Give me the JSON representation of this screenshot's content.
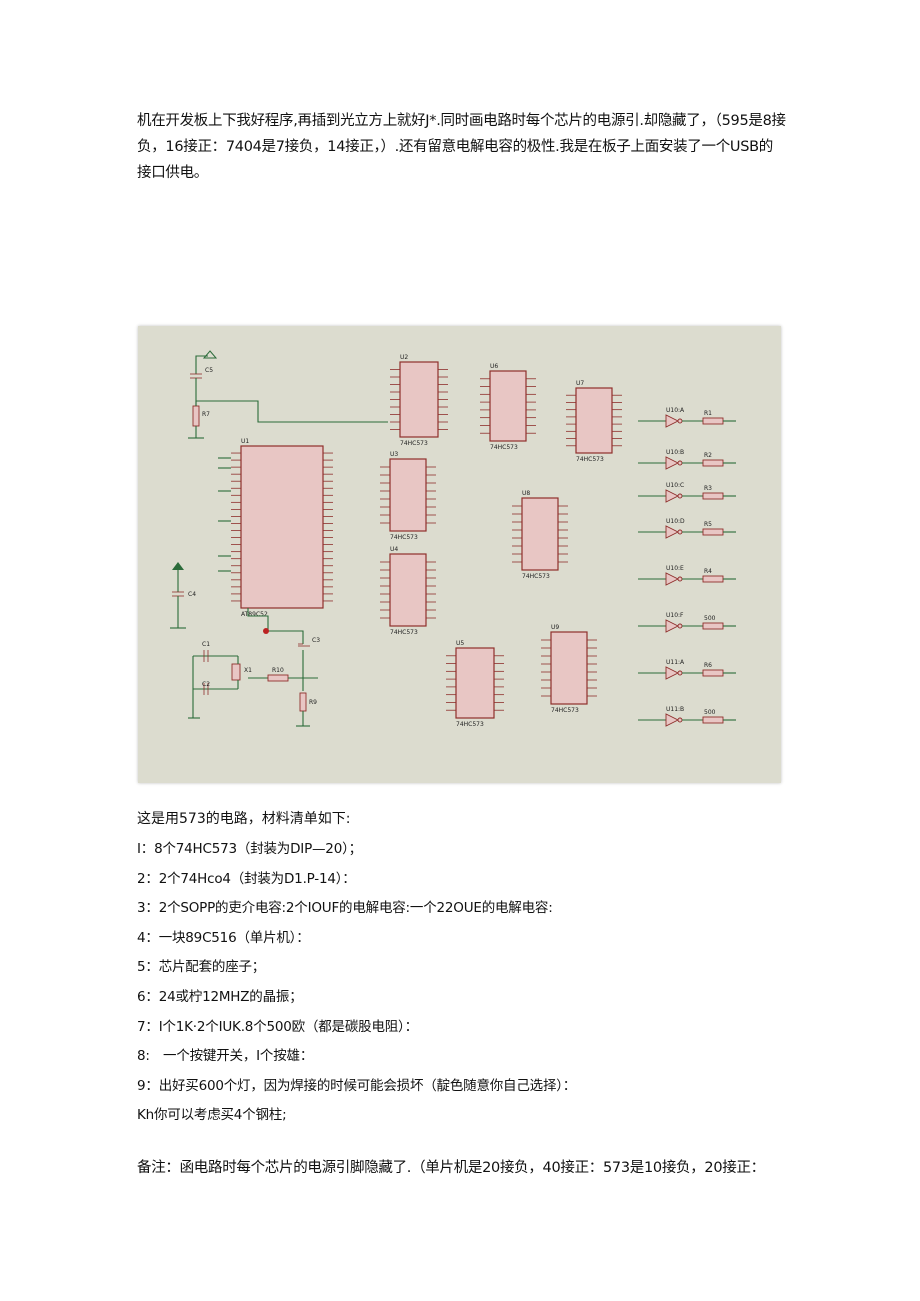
{
  "intro_text": "机在开发板上下我好程序,再插到光立方上就好J*.同时画电路时每个芯片的电源引.却隐藏了，（595是8接负，16接正：7404是7接负，14接正，）.还有留意电解电容的极性.我是在板子上面安装了一个USB的接口供电。",
  "schematic": {
    "chips": [
      {
        "id": "U1",
        "label": "U1",
        "sub": "AT89C52"
      },
      {
        "id": "U2",
        "label": "U2",
        "sub": "74HC573"
      },
      {
        "id": "U3",
        "label": "U3",
        "sub": "74HC573"
      },
      {
        "id": "U4",
        "label": "U4",
        "sub": "74HC573"
      },
      {
        "id": "U5",
        "label": "U5",
        "sub": "74HC573"
      },
      {
        "id": "U6",
        "label": "U6",
        "sub": "74HC573"
      },
      {
        "id": "U7",
        "label": "U7",
        "sub": "74HC573"
      },
      {
        "id": "U8",
        "label": "U8",
        "sub": "74HC573"
      },
      {
        "id": "U9",
        "label": "U9",
        "sub": "74HC573"
      }
    ],
    "inverters": [
      "U10:A",
      "U10:B",
      "U10:C",
      "U10:D",
      "U10:E",
      "U10:F",
      "U11:A",
      "U11:B"
    ],
    "resistors": [
      "R1",
      "R2",
      "R3",
      "R5",
      "R4",
      "500",
      "R6",
      "500"
    ],
    "components": [
      "C5",
      "R7",
      "C4",
      "C1",
      "C2",
      "X1",
      "R10",
      "R9",
      "C3"
    ]
  },
  "caption": "这是用573的电路，材料清单如下:",
  "items": [
    "I：8个74HC573（封装为DIP—20）；",
    "2：2个74Hco4（封装为D1.P-14）：",
    "3：2个SOPP的吏介电容:2个IOUF的电解电容:一个22OUE的电解电容:",
    "4：一块89C516（单片机）：",
    "5：芯片配套的座子；",
    "6：24或柠12MHZ的晶振；",
    "7：I个1K·2个IUK.8个500欧（都是碳股电阻）：",
    "8:　一个按键开关，I个按雄：",
    "9：出好买600个灯，因为焊接的时候可能会损坏（靛色随意你自己选择）：",
    "Kh你可以考虑买4个钢柱;"
  ],
  "note": "备注：函电路时每个芯片的电源引脚隐藏了.（单片机是20接负，40接正：573是10接负，20接正："
}
